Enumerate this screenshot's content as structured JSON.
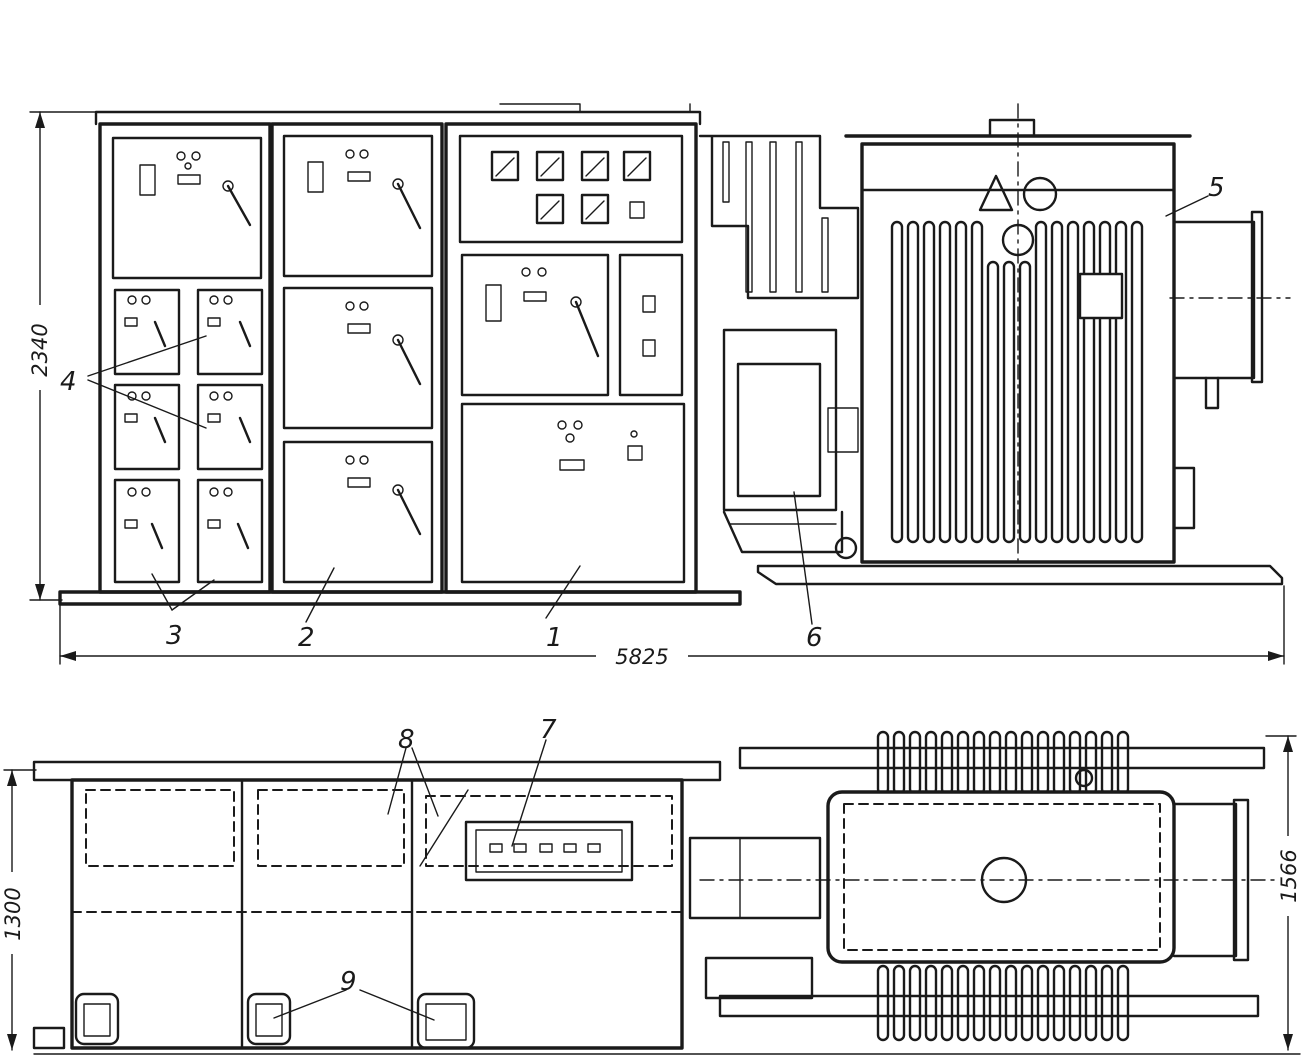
{
  "labels": {
    "l1": "1",
    "l2": "2",
    "l3": "3",
    "l4": "4",
    "l5": "5",
    "l6": "6",
    "l7": "7",
    "l8": "8",
    "l9": "9"
  },
  "dimensions": {
    "total_length": "5825",
    "front_height": "2340",
    "top_depth_left": "1300",
    "top_depth_right": "1566"
  }
}
